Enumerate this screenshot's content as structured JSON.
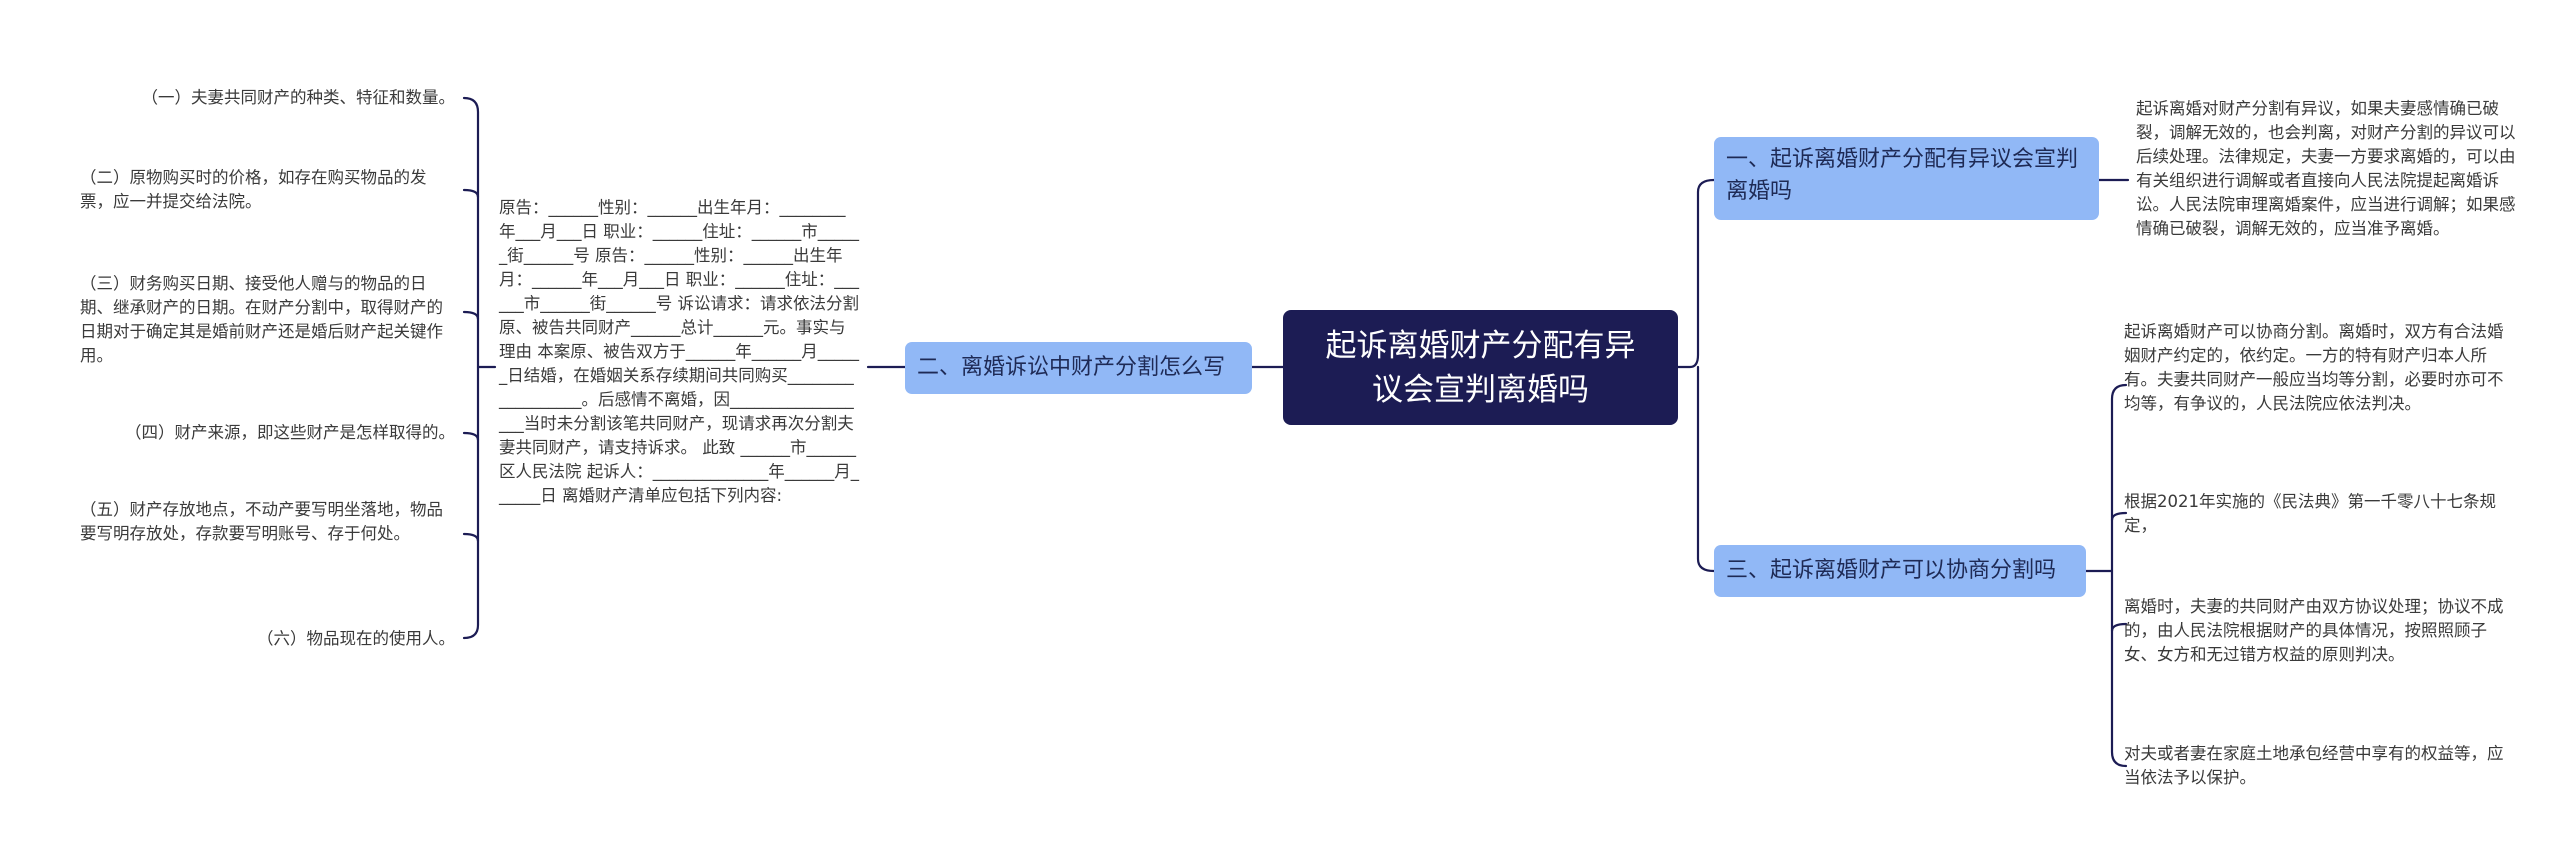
{
  "root": {
    "title": "起诉离婚财产分配有异议会宣判离婚吗"
  },
  "branches": [
    {
      "title": "一、起诉离婚财产分配有异议会宣判离婚吗",
      "leaves": [
        "起诉离婚对财产分割有异议，如果夫妻感情确已破裂，调解无效的，也会判离，对财产分割的异议可以后续处理。法律规定，夫妻一方要求离婚的，可以由有关组织进行调解或者直接向人民法院提起离婚诉讼。人民法院审理离婚案件，应当进行调解；如果感情确已破裂，调解无效的，应当准予离婚。"
      ]
    },
    {
      "title": "二、离婚诉讼中财产分割怎么写",
      "form": "原告：______性别：______出生年月：________年___月___日 职业：______住址：______市______街______号 原告：______性别：______出生年月：______年___月___日 职业：______住址：______市______街______号 诉讼请求：请求依法分割原、被告共同财产______总计______元。事实与理由 本案原、被告双方于______年______月______日结婚，在婚姻关系存续期间共同购买__________________。后感情不离婚，因__________________当时未分割该笔共同财产，现请求再次分割夫妻共同财产，请支持诉求。 此致 ______市______区人民法院 起诉人：______________年______月______日 离婚财产清单应包括下列内容:",
      "items": [
        "（一）夫妻共同财产的种类、特征和数量。",
        "（二）原物购买时的价格，如存在购买物品的发票，应一并提交给法院。",
        "（三）财务购买日期、接受他人赠与的物品的日期、继承财产的日期。在财产分割中，取得财产的日期对于确定其是婚前财产还是婚后财产起关键作用。",
        "（四）财产来源，即这些财产是怎样取得的。",
        "（五）财产存放地点，不动产要写明坐落地，物品要写明存放处，存款要写明账号、存于何处。",
        "（六）物品现在的使用人。"
      ]
    },
    {
      "title": "三、起诉离婚财产可以协商分割吗",
      "leaves": [
        "起诉离婚财产可以协商分割。离婚时，双方有合法婚姻财产约定的，依约定。一方的特有财产归本人所有。夫妻共同财产一般应当均等分割，必要时亦可不均等，有争议的，人民法院应依法判决。",
        "根据2021年实施的《民法典》第一千零八十七条规定，",
        "离婚时，夫妻的共同财产由双方协议处理；协议不成的，由人民法院根据财产的具体情况，按照照顾子女、女方和无过错方权益的原则判决。",
        "对夫或者妻在家庭土地承包经营中享有的权益等，应当依法予以保护。"
      ]
    }
  ],
  "colors": {
    "root_bg": "#1c1c54",
    "branch_bg": "#91b8f6",
    "line": "#1c1c54"
  }
}
